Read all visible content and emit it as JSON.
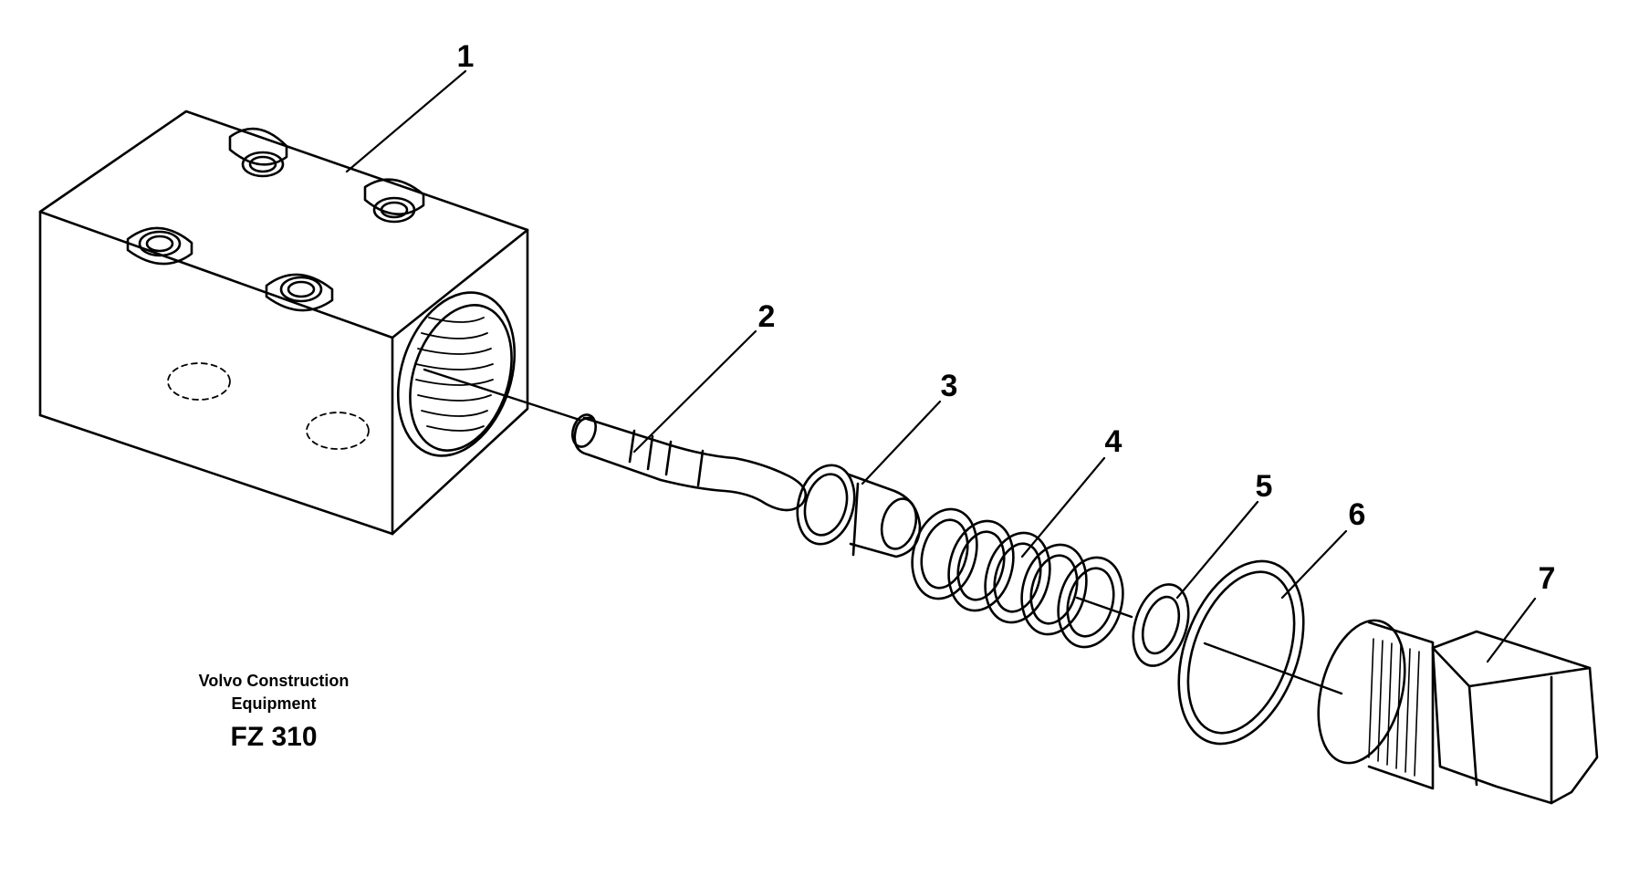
{
  "brand": {
    "line1": "Volvo Construction",
    "line2": "Equipment",
    "code": "FZ 310"
  },
  "callouts": [
    {
      "number": "1",
      "part": "valve-body"
    },
    {
      "number": "2",
      "part": "piston"
    },
    {
      "number": "3",
      "part": "valve-cone"
    },
    {
      "number": "4",
      "part": "spring"
    },
    {
      "number": "5",
      "part": "washer"
    },
    {
      "number": "6",
      "part": "o-ring"
    },
    {
      "number": "7",
      "part": "plug"
    }
  ],
  "colors": {
    "ink": "#000000",
    "background": "#ffffff"
  }
}
